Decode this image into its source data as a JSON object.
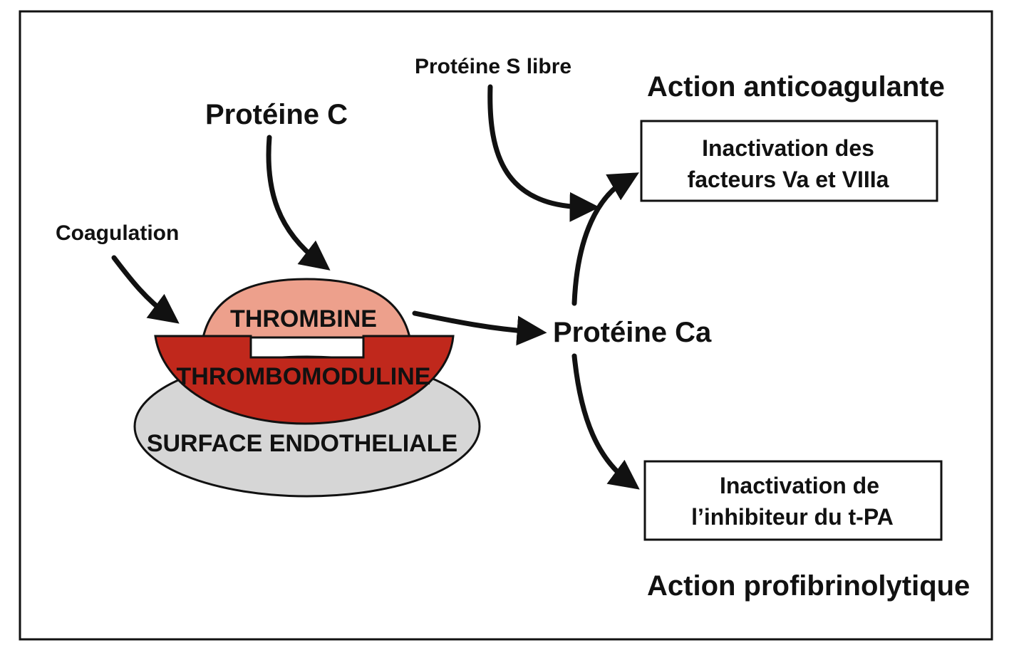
{
  "labels": {
    "coagulation": "Coagulation",
    "proteine_c": "Protéine C",
    "proteine_s_libre": "Protéine S libre",
    "action_anticoagulante": "Action anticoagulante",
    "action_profibrinolytique": "Action profibrinolytique",
    "proteine_ca": "Protéine Ca"
  },
  "boxes": {
    "anticoag": {
      "line1": "Inactivation des",
      "line2": "facteurs Va et VIIIa"
    },
    "profibrino": {
      "line1": "Inactivation de",
      "line2": "l’inhibiteur du t-PA"
    }
  },
  "complex": {
    "thrombine": "THROMBINE",
    "thrombomoduline": "THROMBOMODULINE",
    "surface": "SURFACE ENDOTHELIALE"
  },
  "colors": {
    "thrombine": "#eda08c",
    "thrombomoduline": "#c0281c",
    "surface": "#d6d6d6",
    "ink": "#111111"
  }
}
